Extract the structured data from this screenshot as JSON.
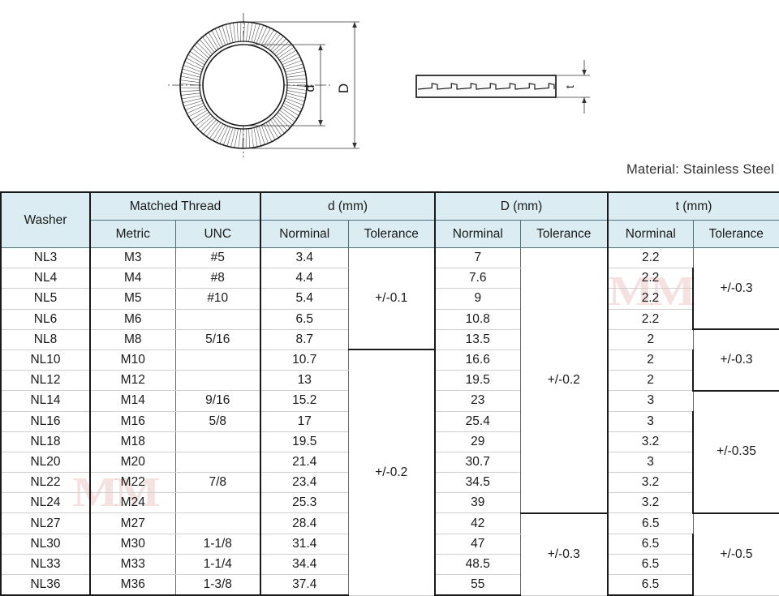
{
  "drawing": {
    "front_view": {
      "name": "serrated-lock-washer-front-view",
      "inner_dim_label": "d",
      "outer_dim_label": "D"
    },
    "side_view": {
      "name": "serrated-lock-washer-side-view",
      "thickness_dim_label": "t"
    }
  },
  "material_note": "Material: Stainless Steel",
  "watermark": {
    "text": "MM"
  },
  "table": {
    "headers": {
      "washer": "Washer",
      "matched_thread": "Matched Thread",
      "d_mm": "d (mm)",
      "D_mm": "D (mm)",
      "t_mm": "t (mm)",
      "metric": "Metric",
      "unc": "UNC",
      "nominal": "Norminal",
      "tolerance": "Tolerance"
    },
    "rows": [
      {
        "washer": "NL3",
        "metric": "M3",
        "unc": "#5",
        "d": "3.4",
        "D": "7",
        "t": "2.2"
      },
      {
        "washer": "NL4",
        "metric": "M4",
        "unc": "#8",
        "d": "4.4",
        "D": "7.6",
        "t": "2.2"
      },
      {
        "washer": "NL5",
        "metric": "M5",
        "unc": "#10",
        "d": "5.4",
        "D": "9",
        "t": "2.2"
      },
      {
        "washer": "NL6",
        "metric": "M6",
        "unc": "",
        "d": "6.5",
        "D": "10.8",
        "t": "2.2"
      },
      {
        "washer": "NL8",
        "metric": "M8",
        "unc": "5/16",
        "d": "8.7",
        "D": "13.5",
        "t": "2"
      },
      {
        "washer": "NL10",
        "metric": "M10",
        "unc": "",
        "d": "10.7",
        "D": "16.6",
        "t": "2"
      },
      {
        "washer": "NL12",
        "metric": "M12",
        "unc": "",
        "d": "13",
        "D": "19.5",
        "t": "2"
      },
      {
        "washer": "NL14",
        "metric": "M14",
        "unc": "9/16",
        "d": "15.2",
        "D": "23",
        "t": "3"
      },
      {
        "washer": "NL16",
        "metric": "M16",
        "unc": "5/8",
        "d": "17",
        "D": "25.4",
        "t": "3"
      },
      {
        "washer": "NL18",
        "metric": "M18",
        "unc": "",
        "d": "19.5",
        "D": "29",
        "t": "3.2"
      },
      {
        "washer": "NL20",
        "metric": "M20",
        "unc": "",
        "d": "21.4",
        "D": "30.7",
        "t": "3"
      },
      {
        "washer": "NL22",
        "metric": "M22",
        "unc": "7/8",
        "d": "23.4",
        "D": "34.5",
        "t": "3.2"
      },
      {
        "washer": "NL24",
        "metric": "M24",
        "unc": "",
        "d": "25.3",
        "D": "39",
        "t": "3.2"
      },
      {
        "washer": "NL27",
        "metric": "M27",
        "unc": "",
        "d": "28.4",
        "D": "42",
        "t": "6.5"
      },
      {
        "washer": "NL30",
        "metric": "M30",
        "unc": "1-1/8",
        "d": "31.4",
        "D": "47",
        "t": "6.5"
      },
      {
        "washer": "NL33",
        "metric": "M33",
        "unc": "1-1/4",
        "d": "34.4",
        "D": "48.5",
        "t": "6.5"
      },
      {
        "washer": "NL36",
        "metric": "M36",
        "unc": "1-3/8",
        "d": "37.4",
        "D": "55",
        "t": "6.5"
      }
    ],
    "d_tolerance_groups": [
      {
        "value": "+/-0.1",
        "rows": 5
      },
      {
        "value": "+/-0.2",
        "rows": 12
      }
    ],
    "D_tolerance_groups": [
      {
        "value": "+/-0.2",
        "rows": 13
      },
      {
        "value": "+/-0.3",
        "rows": 4
      }
    ],
    "t_tolerance_groups": [
      {
        "value": "+/-0.3",
        "rows": 4
      },
      {
        "value": "+/-0.3",
        "rows": 3
      },
      {
        "value": "+/-0.35",
        "rows": 6
      },
      {
        "value": "+/-0.5",
        "rows": 4
      }
    ]
  }
}
